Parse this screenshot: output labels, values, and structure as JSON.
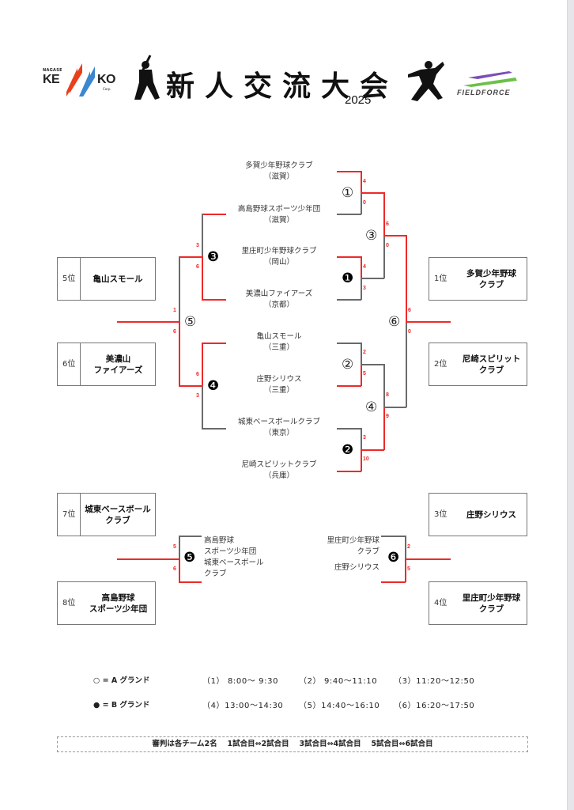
{
  "header": {
    "sponsor_left": {
      "small": "NAGASE",
      "left": "KE",
      "right": "KO",
      "corp": "Corp."
    },
    "title": "新人交流大会",
    "year": "2025",
    "sponsor_right": "FIELDFORCE",
    "colors": {
      "kenko_red": "#e8401c",
      "kenko_blue": "#3a86d0",
      "ff_purple": "#7b4fb8",
      "ff_green": "#6cc04a"
    }
  },
  "bracket": {
    "teams": [
      {
        "name": "多賀少年野球クラブ",
        "pref": "（滋賀）"
      },
      {
        "name": "高島野球スポーツ少年団",
        "pref": "（滋賀）"
      },
      {
        "name": "里庄町少年野球クラブ",
        "pref": "（岡山）"
      },
      {
        "name": "美濃山ファイアーズ",
        "pref": "（京都）"
      },
      {
        "name": "亀山スモール",
        "pref": "（三重）"
      },
      {
        "name": "庄野シリウス",
        "pref": "（三重）"
      },
      {
        "name": "城東ベースボールクラブ",
        "pref": "（東京）"
      },
      {
        "name": "尼崎スピリットクラブ",
        "pref": "（兵庫）"
      }
    ],
    "games": {
      "g1": {
        "label": "①",
        "ground": "A",
        "scores": [
          "4",
          "0"
        ]
      },
      "g1b": {
        "label": "❶",
        "ground": "B",
        "scores": [
          "4",
          "3"
        ]
      },
      "g2": {
        "label": "②",
        "ground": "A",
        "scores": [
          "2",
          "5"
        ]
      },
      "g2b": {
        "label": "❷",
        "ground": "B",
        "scores": [
          "3",
          "10"
        ]
      },
      "g3": {
        "label": "③",
        "ground": "A",
        "scores": [
          "6",
          "0"
        ]
      },
      "g4": {
        "label": "④",
        "ground": "A",
        "scores": [
          "8",
          "9"
        ]
      },
      "g3b": {
        "label": "❸",
        "ground": "B",
        "scores": [
          "3",
          "6"
        ]
      },
      "g4b": {
        "label": "❹",
        "ground": "B",
        "scores": [
          "6",
          "3"
        ]
      },
      "g5": {
        "label": "⑤",
        "ground": "A",
        "scores": [
          "1",
          "6"
        ]
      },
      "g6": {
        "label": "⑥",
        "ground": "A",
        "scores": [
          "6",
          "0"
        ]
      },
      "g5b": {
        "label": "❺",
        "ground": "B",
        "scores": [
          "5",
          "6"
        ],
        "teams": [
          "高島野球",
          "スポーツ少年団",
          "城東ベースボール",
          "クラブ"
        ]
      },
      "g6b": {
        "label": "❻",
        "ground": "B",
        "scores": [
          "2",
          "5"
        ],
        "teams": [
          "里庄町少年野球",
          "クラブ",
          "庄野シリウス"
        ]
      }
    },
    "colors": {
      "winner_line": "#ee2a2a",
      "loser_line": "#6a6a6a"
    }
  },
  "rankings": [
    {
      "pos": "1位",
      "name": [
        "多賀少年野球",
        "クラブ"
      ]
    },
    {
      "pos": "2位",
      "name": [
        "尼崎スピリット",
        "クラブ"
      ]
    },
    {
      "pos": "3位",
      "name": [
        "庄野シリウス"
      ]
    },
    {
      "pos": "4位",
      "name": [
        "里庄町少年野球",
        "クラブ"
      ]
    },
    {
      "pos": "5位",
      "name": [
        "亀山スモール"
      ]
    },
    {
      "pos": "6位",
      "name": [
        "美濃山",
        "ファイアーズ"
      ]
    },
    {
      "pos": "7位",
      "name": [
        "城東ベースボール",
        "クラブ"
      ]
    },
    {
      "pos": "8位",
      "name": [
        "高島野球",
        "スポーツ少年団"
      ]
    }
  ],
  "legend": {
    "a": "○ = A グランド",
    "b": "● = B グランド"
  },
  "schedule": [
    "（1） 8:00～ 9:30",
    "（2） 9:40～11:10",
    "（3）11:20～12:50",
    "（4）13:00～14:30",
    "（5）14:40～16:10",
    "（6）16:20～17:50"
  ],
  "note": "審判は各チーム2名　 1試合目⇔2試合目　 3試合目⇔4試合目　 5試合目⇔6試合目"
}
